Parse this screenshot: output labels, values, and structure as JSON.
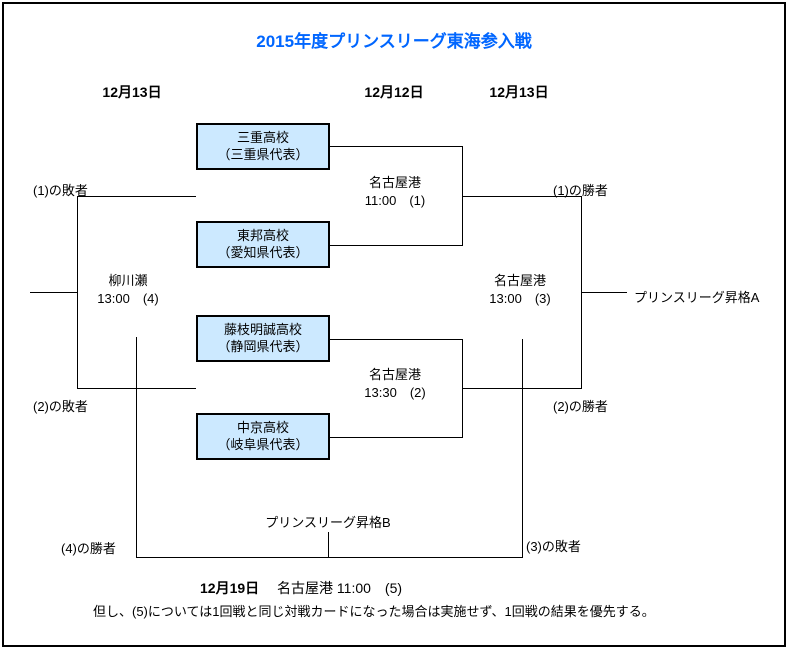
{
  "title": "2015年度プリンスリーグ東海参入戦",
  "dates": [
    "12月13日",
    "12月12日",
    "12月13日"
  ],
  "teams": [
    {
      "name": "三重高校",
      "rep": "（三重県代表）"
    },
    {
      "name": "東邦高校",
      "rep": "（愛知県代表）"
    },
    {
      "name": "藤枝明誠高校",
      "rep": "（静岡県代表）"
    },
    {
      "name": "中京高校",
      "rep": "（岐阜県代表）"
    }
  ],
  "matches": [
    {
      "venue": "名古屋港",
      "slot": "11:00　(1)"
    },
    {
      "venue": "名古屋港",
      "slot": "13:30　(2)"
    },
    {
      "venue": "名古屋港",
      "slot": "13:00　(3)"
    },
    {
      "venue": "柳川瀬",
      "slot": "13:00　(4)"
    }
  ],
  "labels": {
    "loser1": "(1)の敗者",
    "loser2": "(2)の敗者",
    "winner1": "(1)の勝者",
    "winner2": "(2)の勝者",
    "winner4": "(4)の勝者",
    "loser3": "(3)の敗者",
    "promotion_a": "プリンスリーグ昇格A",
    "promotion_b": "プリンスリーグ昇格B"
  },
  "final": {
    "date": "12月19日",
    "info": "名古屋港 11:00　(5)"
  },
  "note": "但し、(5)については1回戦と同じ対戦カードになった場合は実施せず、1回戦の結果を優先する。",
  "colors": {
    "title_blue": "#0066ff",
    "box_fill": "#cce9ff",
    "line_black": "#000000"
  }
}
